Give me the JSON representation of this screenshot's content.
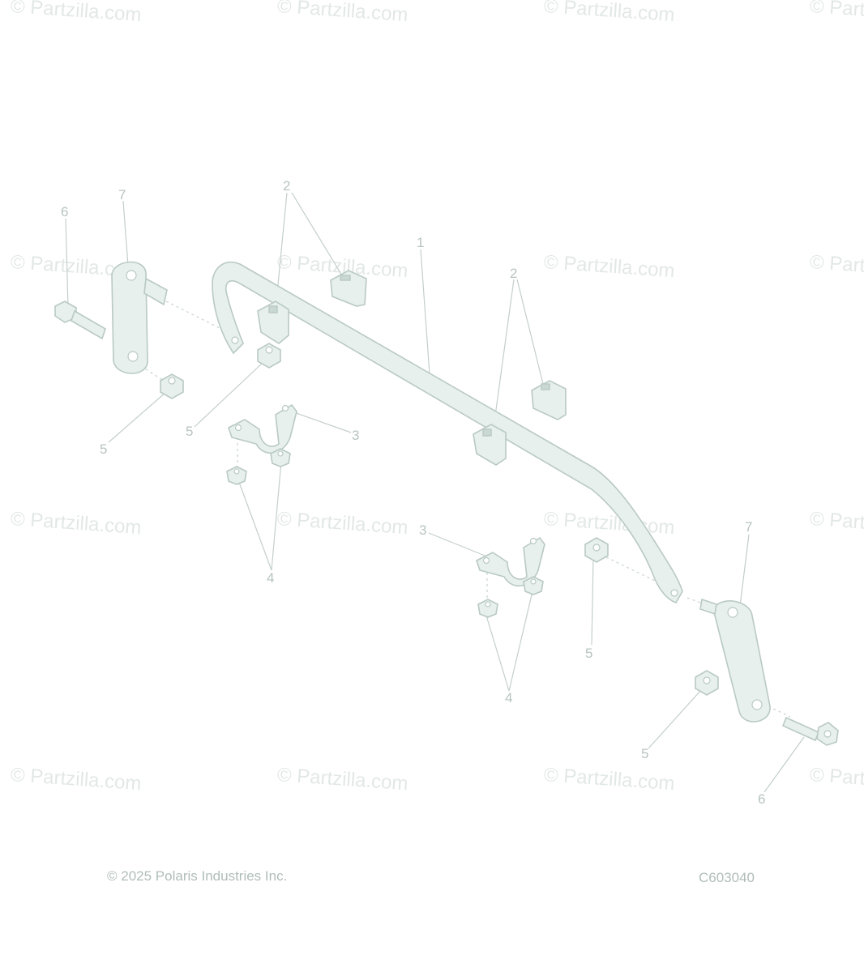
{
  "watermark": {
    "text": "© Partzilla.com"
  },
  "callouts": [
    {
      "id": "c1",
      "text": "1"
    },
    {
      "id": "c2a",
      "text": "2"
    },
    {
      "id": "c2b",
      "text": "2"
    },
    {
      "id": "c3a",
      "text": "3"
    },
    {
      "id": "c3b",
      "text": "3"
    },
    {
      "id": "c4a",
      "text": "4"
    },
    {
      "id": "c4b",
      "text": "4"
    },
    {
      "id": "c5a",
      "text": "5"
    },
    {
      "id": "c5b",
      "text": "5"
    },
    {
      "id": "c5c",
      "text": "5"
    },
    {
      "id": "c5d",
      "text": "5"
    },
    {
      "id": "c6a",
      "text": "6"
    },
    {
      "id": "c6b",
      "text": "6"
    },
    {
      "id": "c7a",
      "text": "7"
    },
    {
      "id": "c7b",
      "text": "7"
    }
  ],
  "footer": {
    "copyright": "© 2025 Polaris Industries Inc.",
    "diagram_code": "C603040"
  },
  "colors": {
    "part_fill": "#e7f0ed",
    "part_stroke": "#b9c9c4",
    "label": "#b7c4c0",
    "watermark": "#e2e8e6"
  }
}
